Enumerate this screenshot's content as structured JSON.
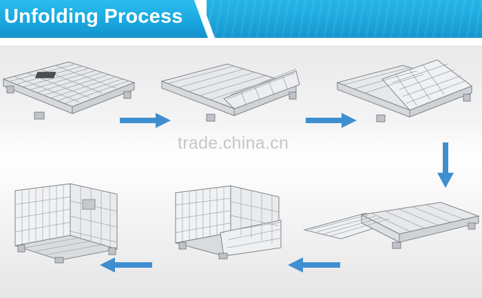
{
  "header": {
    "title": "Unfolding Process"
  },
  "watermark": {
    "text": "trade.china.cn"
  },
  "colors": {
    "banner_blue": "#1ea6dc",
    "arrow_blue": "#3f8fd0",
    "wire": "#8f9499"
  },
  "steps": [
    {
      "name": "folded-cage"
    },
    {
      "name": "cage-side-lifting"
    },
    {
      "name": "cage-side-half-raised"
    },
    {
      "name": "cage-lid-opened"
    },
    {
      "name": "cage-walls-raised"
    },
    {
      "name": "cage-fully-unfolded"
    }
  ]
}
